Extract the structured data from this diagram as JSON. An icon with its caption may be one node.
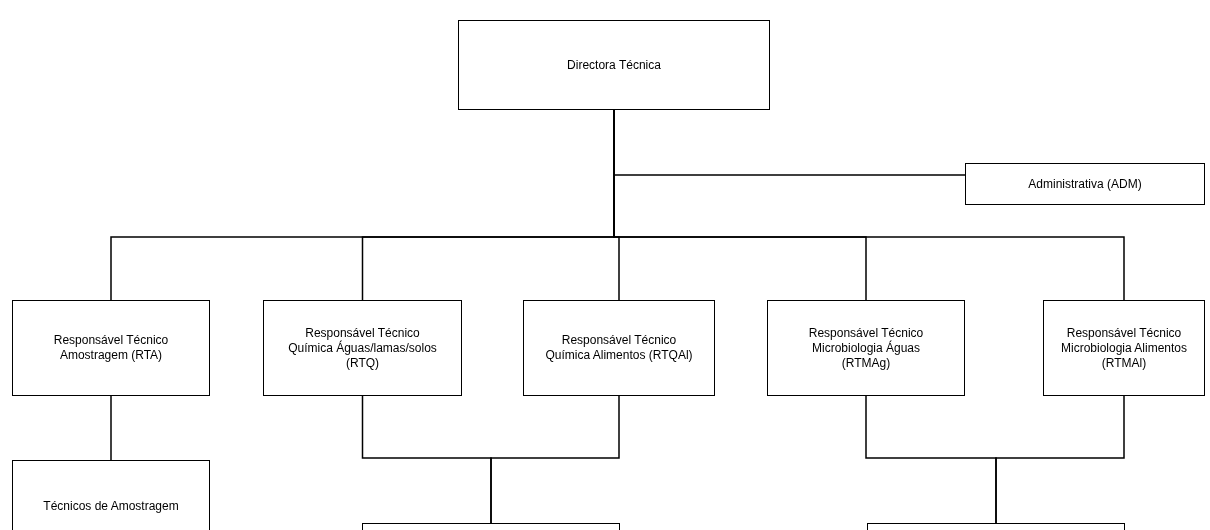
{
  "diagram": {
    "nodes": [
      {
        "text": [
          "Directora Técnica"
        ]
      },
      {
        "text": [
          "Administrativa (ADM)"
        ]
      },
      {
        "text": [
          "Responsável Técnico Amostragem (RTA)"
        ]
      },
      {
        "text": [
          "Responsável Técnico Química Águas/lamas/solos (RTQ)"
        ]
      },
      {
        "text": [
          "Responsável Técnico Química Alimentos (RTQAl)"
        ]
      },
      {
        "text": [
          "Responsável Técnico Microbiologia Águas (RTMAg)"
        ]
      },
      {
        "text": [
          "Responsável Técnico Microbiologia Alimentos (RTMAl)"
        ]
      },
      {
        "text": [
          "Técnicos de Amostragem"
        ]
      },
      {
        "text": [],
        "shape": "box"
      },
      {
        "text": [],
        "shape": "box"
      }
    ],
    "edges": [
      {
        "from": 0,
        "to": 1,
        "arrow": "none"
      },
      {
        "from": 0,
        "to": 2,
        "arrow": "none"
      },
      {
        "from": 0,
        "to": 3,
        "arrow": "none"
      },
      {
        "from": 0,
        "to": 4,
        "arrow": "none"
      },
      {
        "from": 0,
        "to": 5,
        "arrow": "none"
      },
      {
        "from": 0,
        "to": 6,
        "arrow": "none"
      },
      {
        "from": 2,
        "to": 7,
        "arrow": "none"
      },
      {
        "from": 3,
        "to": 8,
        "arrow": "none"
      },
      {
        "from": 4,
        "to": 8,
        "arrow": "none"
      },
      {
        "from": 5,
        "to": 9,
        "arrow": "none"
      },
      {
        "from": 6,
        "to": 9,
        "arrow": "none"
      }
    ]
  }
}
